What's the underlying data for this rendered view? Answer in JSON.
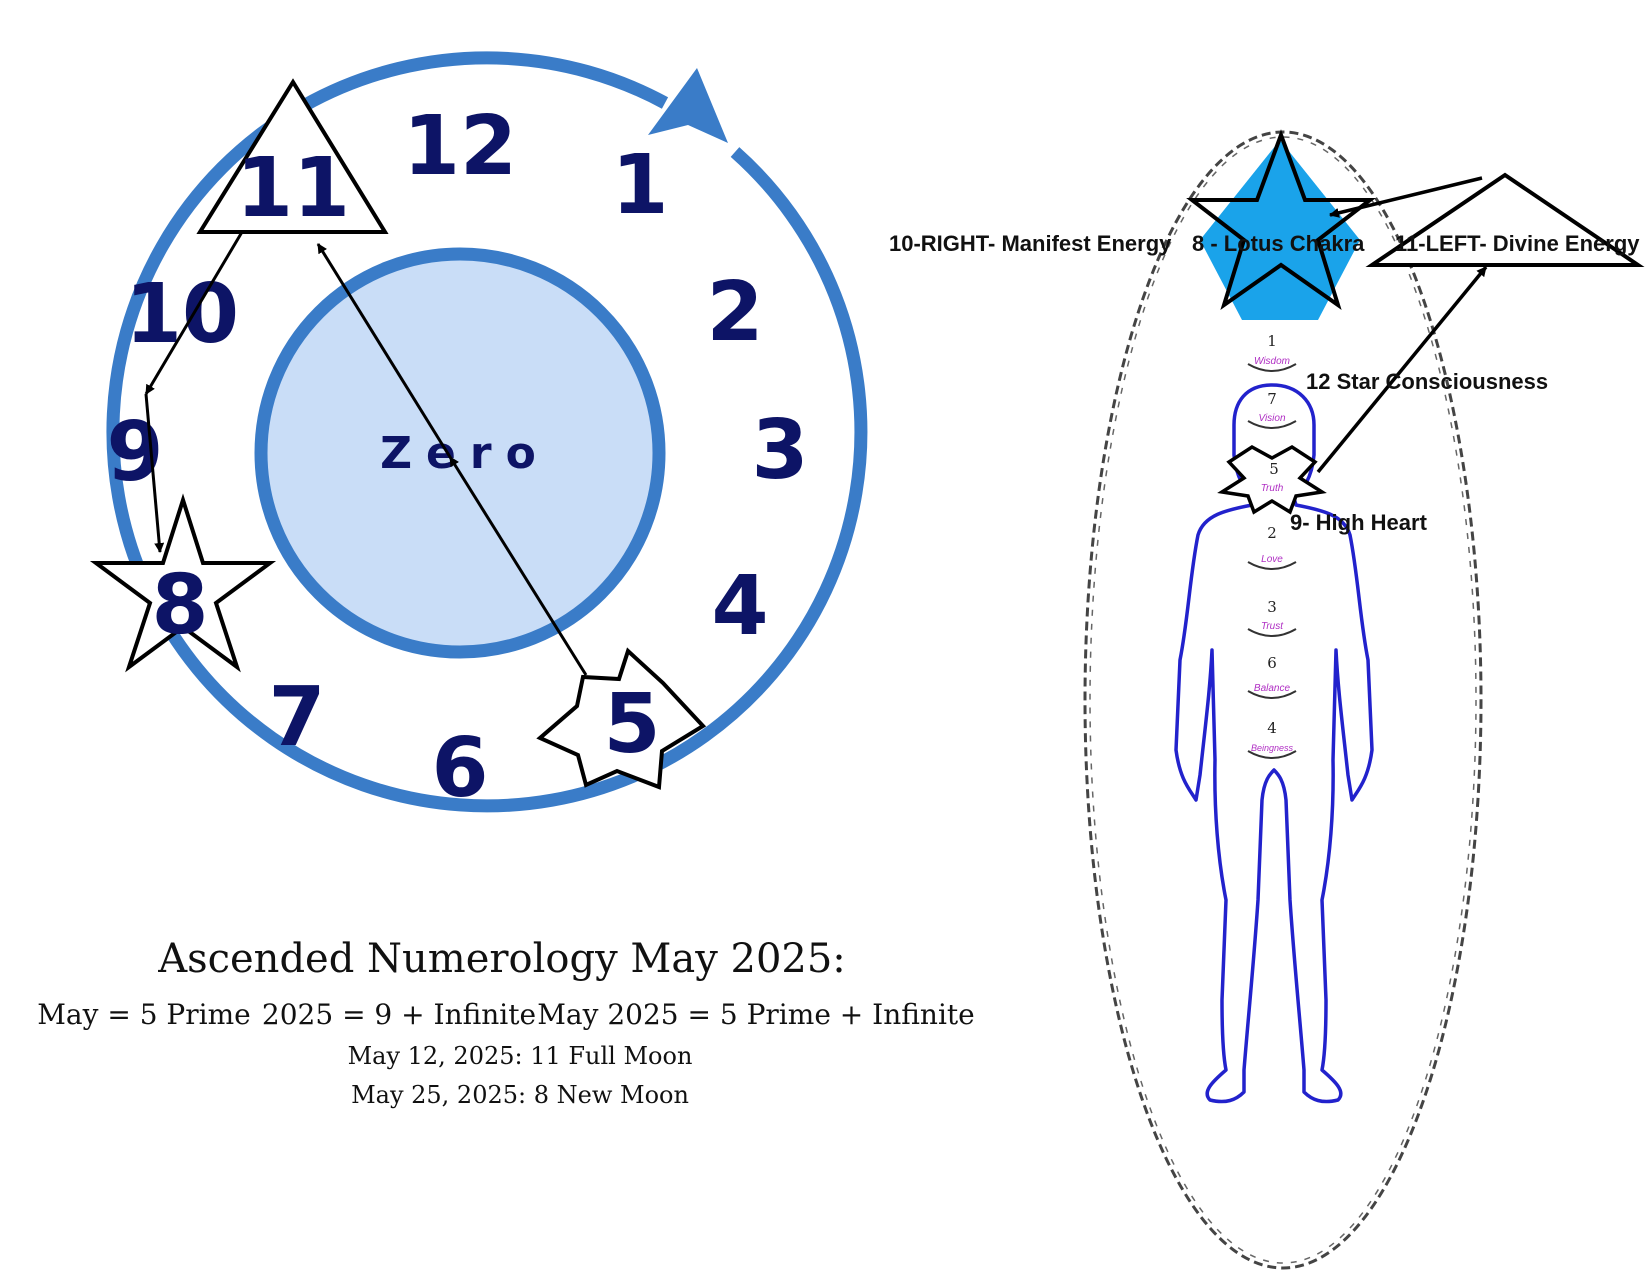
{
  "clock": {
    "center_label": "Zero",
    "numbers": [
      "12",
      "1",
      "2",
      "3",
      "4",
      "5",
      "6",
      "7",
      "8",
      "9",
      "10",
      "11"
    ]
  },
  "body_diagram": {
    "labels": {
      "right": "10-RIGHT- Manifest Energy",
      "lotus": "8 - Lotus Chakra",
      "left": "11-LEFT- Divine Energy",
      "star": "12  Star Consciousness",
      "heart": "9- High Heart"
    },
    "chakras": [
      {
        "n": "1",
        "word": "Wisdom"
      },
      {
        "n": "7",
        "word": "Vision"
      },
      {
        "n": "5",
        "word": "Truth"
      },
      {
        "n": "2",
        "word": "Love"
      },
      {
        "n": "3",
        "word": "Trust"
      },
      {
        "n": "6",
        "word": "Balance"
      },
      {
        "n": "4",
        "word": "Beingness"
      }
    ]
  },
  "caption": {
    "title": "Ascended Numerology May 2025:",
    "parts": [
      "May = 5 Prime",
      "2025 = 9 + Infinite",
      "May 2025 = 5 Prime + Infinite"
    ],
    "full_moon": "May 12, 2025: 11 Full Moon",
    "new_moon": "May 25, 2025: 8 New Moon"
  },
  "colors": {
    "ring_blue": "#3a7cc8",
    "inner_fill": "#c9ddf7",
    "number_navy": "#0d1466",
    "lotus_blue": "#1aa3ea",
    "body_outline": "#2222cc",
    "chakra_word": "#b02fc4"
  }
}
